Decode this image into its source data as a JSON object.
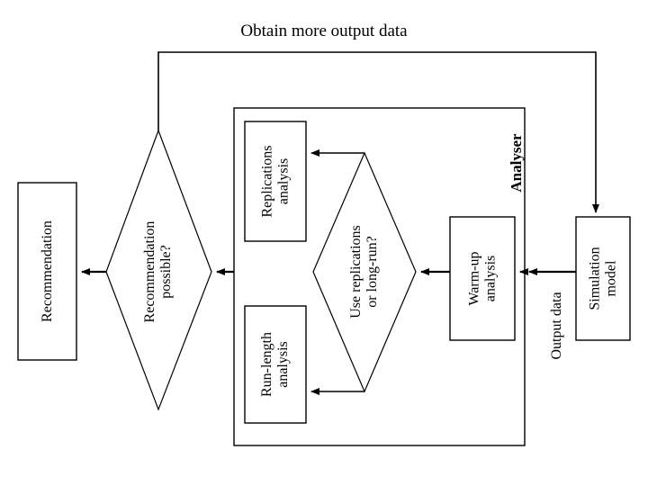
{
  "diagram": {
    "type": "flowchart",
    "title": "Obtain more output data",
    "orientation": "right-to-left flow, rotated labels",
    "nodes": {
      "simulation_model": {
        "label": "Simulation\nmodel",
        "shape": "rect"
      },
      "output_data_edge": {
        "label": "Output data",
        "shape": "edge-label"
      },
      "analyser_container": {
        "label": "Analyser",
        "shape": "container"
      },
      "warmup_analysis": {
        "label": "Warm-up\nanalysis",
        "shape": "rect"
      },
      "use_replications_decision": {
        "label": "Use replications\nor long-run?",
        "shape": "diamond"
      },
      "replications_analysis": {
        "label": "Replications\nanalysis",
        "shape": "rect"
      },
      "runlength_analysis": {
        "label": "Run-length\nanalysis",
        "shape": "rect"
      },
      "recommendation_decision": {
        "label": "Recommendation\npossible?",
        "shape": "diamond"
      },
      "recommendation": {
        "label": "Recommendation",
        "shape": "rect"
      }
    },
    "labels": {
      "title": "Obtain more output data",
      "simulation_model_line1": "Simulation",
      "simulation_model_line2": "model",
      "output_data": "Output data",
      "analyser": "Analyser",
      "warmup_line1": "Warm-up",
      "warmup_line2": "analysis",
      "decision_use_line1": "Use replications",
      "decision_use_line2": "or long-run?",
      "replications_line1": "Replications",
      "replications_line2": "analysis",
      "runlength_line1": "Run-length",
      "runlength_line2": "analysis",
      "decision_rec_line1": "Recommendation",
      "decision_rec_line2": "possible?",
      "recommendation": "Recommendation"
    },
    "colors": {
      "stroke": "#000000",
      "background": "#ffffff",
      "text": "#000000"
    }
  }
}
